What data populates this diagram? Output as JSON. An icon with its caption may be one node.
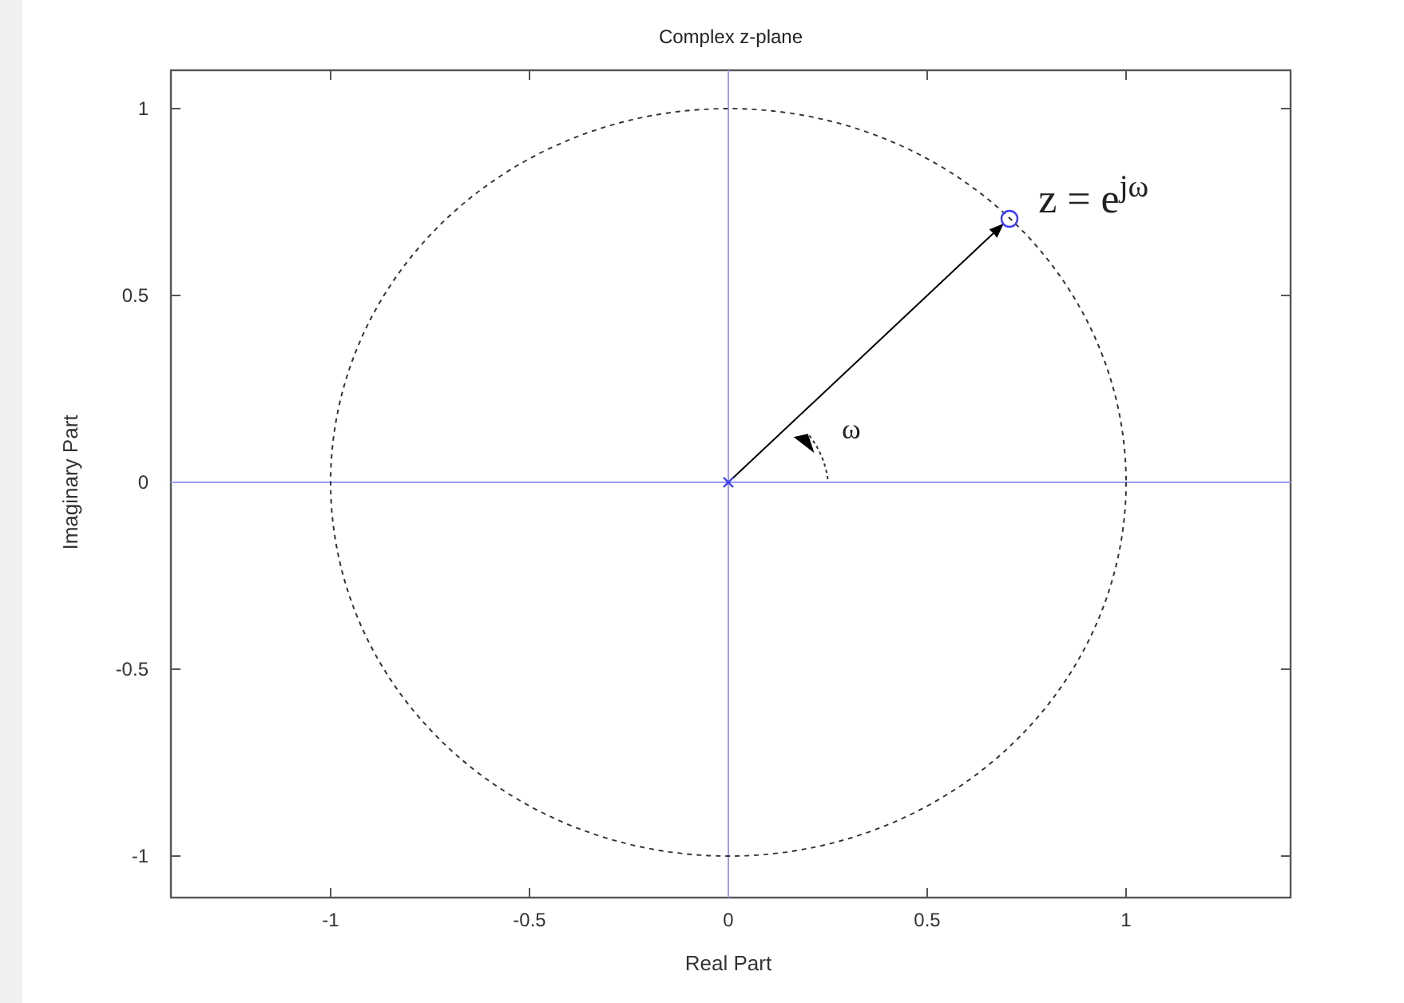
{
  "diagram": {
    "title": "Complex z-plane",
    "nodes": [
      {
        "text": [],
        "shape": "cross"
      },
      {
        "text": [],
        "shape": "circle",
        "beside": [
          "z = e$^{jω}$"
        ]
      }
    ],
    "edges": [
      {
        "from": 0,
        "to": 1,
        "arrow": "to"
      }
    ],
    "labels": [
      "1",
      "0.5",
      "0",
      "-0.5",
      "-1",
      "-1",
      "-0.5",
      "0",
      "0.5",
      "1",
      "Real Part",
      "Imaginary Part",
      "ω"
    ]
  }
}
